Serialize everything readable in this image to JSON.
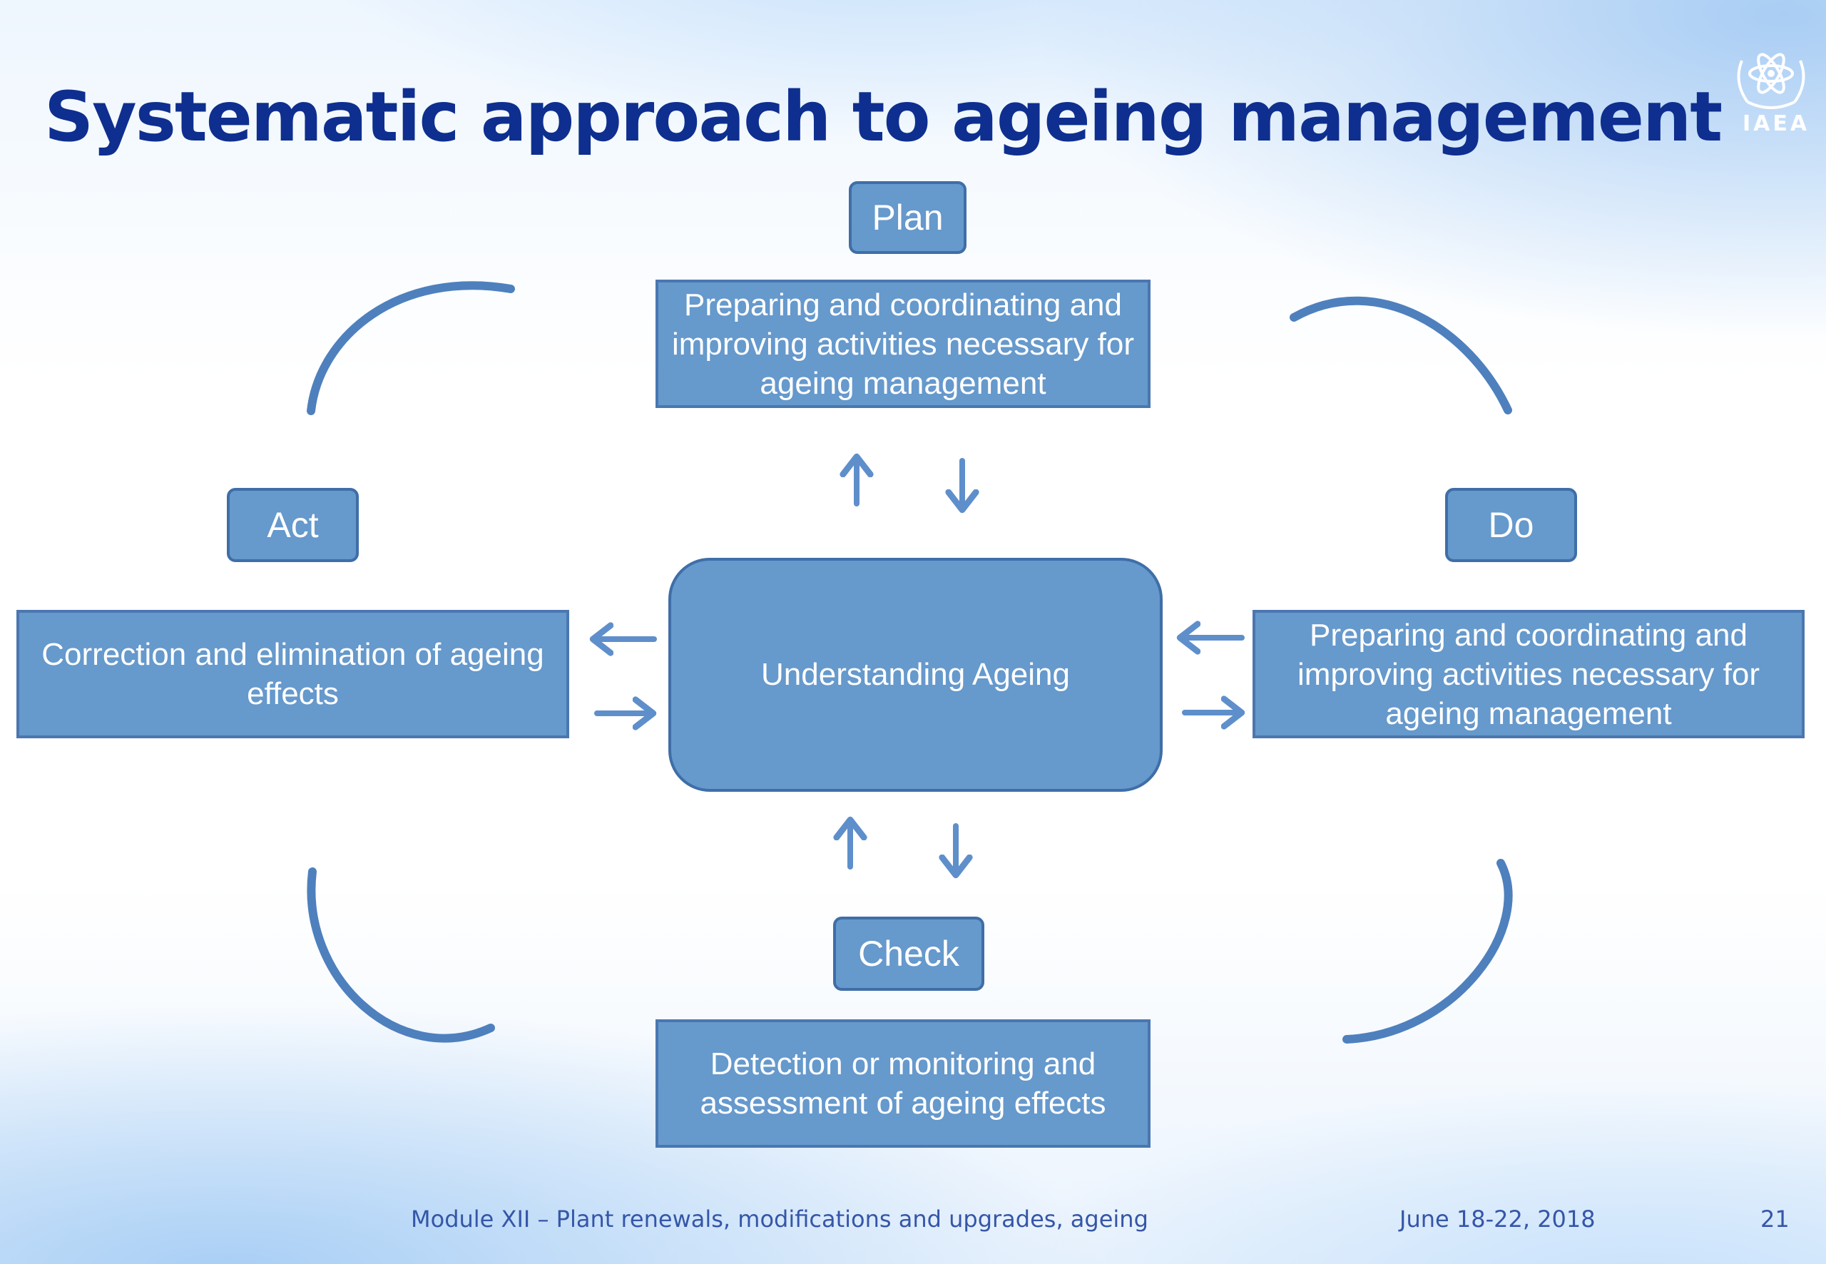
{
  "slide": {
    "title": "Systematic approach to ageing management",
    "logo_text": "IAEA"
  },
  "diagram": {
    "center": "Understanding Ageing",
    "plan": {
      "label": "Plan",
      "description": "Preparing and coordinating and improving activities necessary for ageing management"
    },
    "do": {
      "label": "Do",
      "description": "Preparing and coordinating and improving activities necessary for ageing management"
    },
    "check": {
      "label": "Check",
      "description": "Detection or monitoring and assessment of ageing effects"
    },
    "act": {
      "label": "Act",
      "description": "Correction and elimination of ageing effects"
    }
  },
  "footer": {
    "module": "Module XII – Plant renewals, modifications and upgrades, ageing",
    "date": "June 18-22, 2018",
    "page": "21"
  },
  "colors": {
    "title": "#0e2f8f",
    "box_fill": "#6699cc",
    "box_border": "#4a77b0",
    "arrow": "#5e8fcb"
  }
}
